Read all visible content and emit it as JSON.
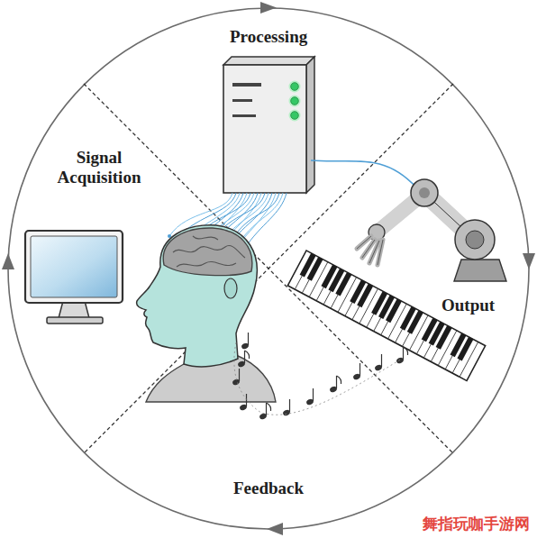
{
  "diagram": {
    "labels": [
      "Processing",
      "Signal Acquisition",
      "Output",
      "Feedback",
      "舞指玩咖手游网"
    ]
  }
}
